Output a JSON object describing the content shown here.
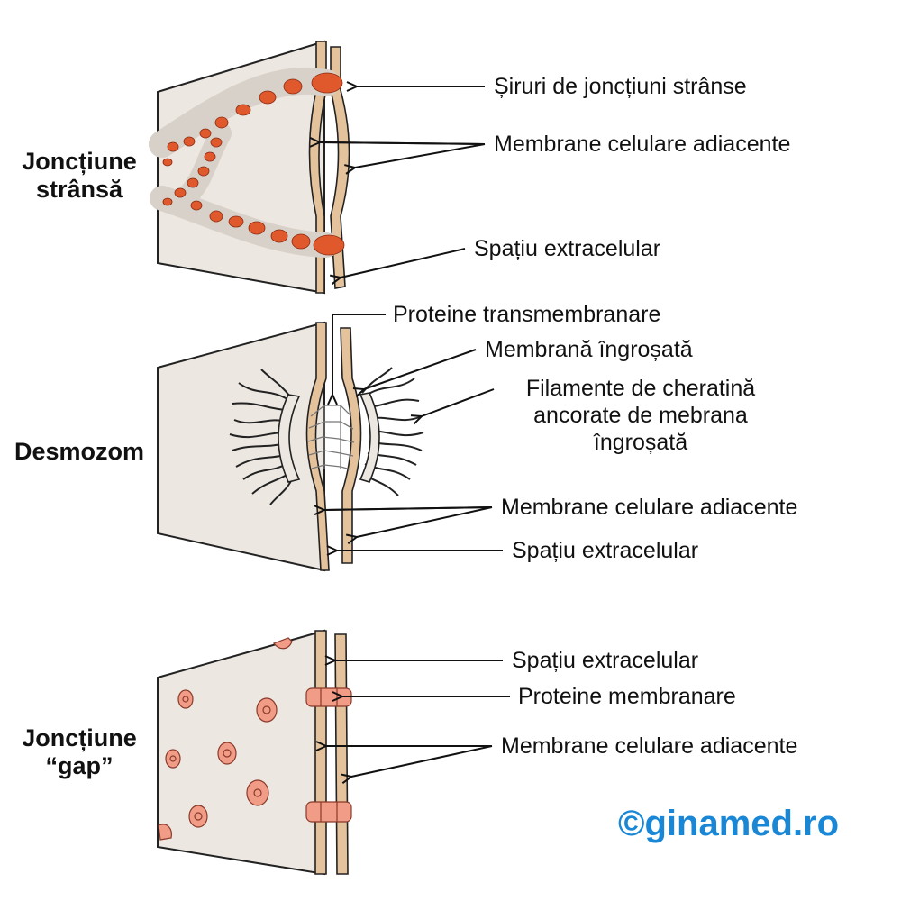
{
  "tight_junction": {
    "title_lines": [
      "Joncțiune",
      "strânsă"
    ],
    "labels": {
      "strands": "Șiruri de joncțiuni strânse",
      "membranes": "Membrane celulare adiacente",
      "space": "Spațiu extracelular"
    }
  },
  "desmosome": {
    "title": "Desmozom",
    "labels": {
      "proteins": "Proteine transmembranare",
      "thick_membrane": "Membrană îngroșată",
      "filaments_lines": [
        "Filamente de cheratină",
        "ancorate de mebrana",
        "îngroșată"
      ],
      "membranes": "Membrane celulare adiacente",
      "space": "Spațiu extracelular"
    }
  },
  "gap_junction": {
    "title_lines": [
      "Joncțiune",
      "“gap”"
    ],
    "labels": {
      "space": "Spațiu extracelular",
      "proteins": "Proteine membranare",
      "membranes": "Membrane celulare adiacente"
    }
  },
  "brand": "©ginamed.ro",
  "colors": {
    "cell": "#ece7e1",
    "membrane": "#e4c29c",
    "strand_dot": "#e0592c",
    "gap_protein": "#f19c86",
    "brand": "#1a87d6"
  }
}
